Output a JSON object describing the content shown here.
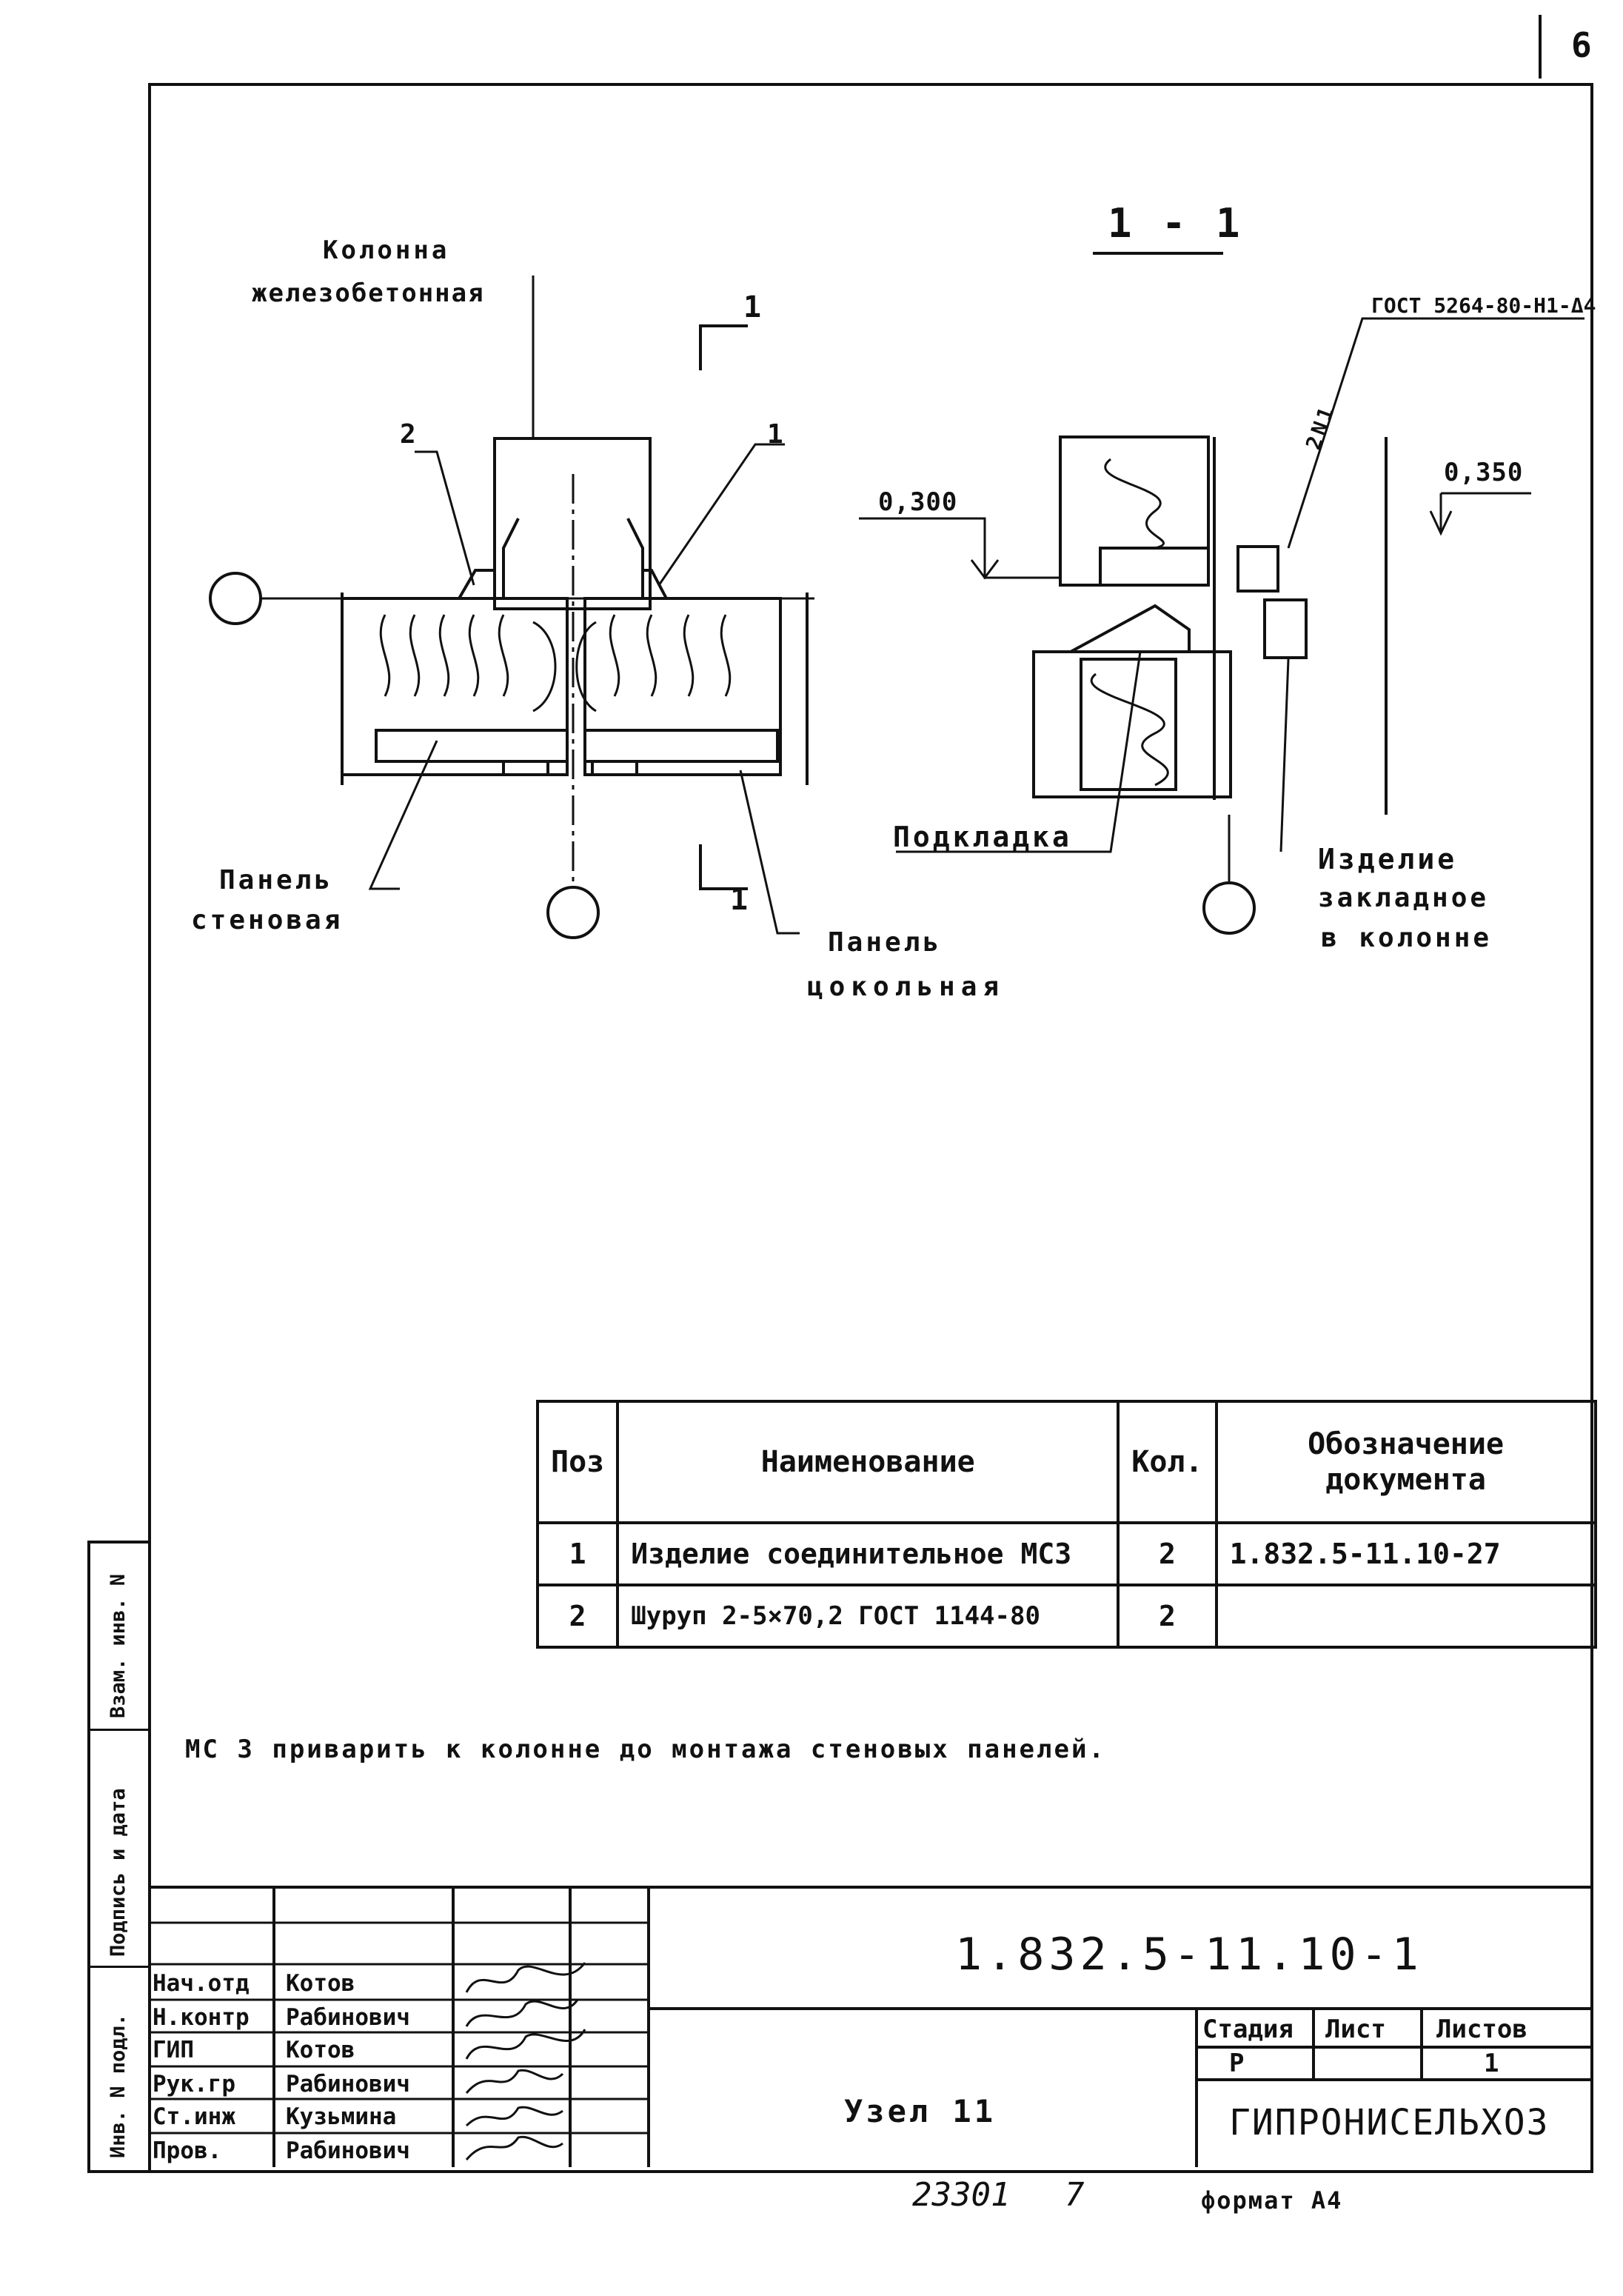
{
  "sheet_number": "6",
  "section_title": "1 - 1",
  "labels": {
    "column": [
      "Колонна",
      "железобетонная"
    ],
    "wall_panel": [
      "Панель",
      "стеновая"
    ],
    "plinth_panel": [
      "Панель",
      "цокольная"
    ],
    "pad": "Подкладка",
    "embedded": [
      "Изделие",
      "закладное",
      "в колонне"
    ],
    "weld": "ГОСТ 5264-80-Н1-Δ4",
    "weld_sym": "2N1",
    "elev_left": "0,300",
    "elev_right": "0,350",
    "pos1": "1",
    "pos2": "2",
    "cut_top": "1",
    "cut_bottom": "1"
  },
  "spec_table": {
    "headers": [
      "Поз",
      "Наименование",
      "Кол.",
      "Обозначение документа"
    ],
    "rows": [
      [
        "1",
        "Изделие соединительное МС3",
        "2",
        "1.832.5-11.10-27"
      ],
      [
        "2",
        "Шуруп 2-5×70,2 ГОСТ 1144-80",
        "2",
        ""
      ]
    ]
  },
  "note": "МС 3 приварить к колонне до монтажа стеновых панелей.",
  "sidebar": [
    "Инв. N подл.",
    "Подпись и дата",
    "Взам. инв. N"
  ],
  "title_block": {
    "doc_code": "1.832.5-11.10-1",
    "title": "Узел 11",
    "roles": [
      "Нач.отд",
      "Н.контр",
      "ГИП",
      "Рук.гр",
      "Ст.инж",
      "Пров."
    ],
    "names": [
      "Котов",
      "Рабинович",
      "Котов",
      "Рабинович",
      "Кузьмина",
      "Рабинович"
    ],
    "stage_header": "Стадия",
    "sheet_header": "Лист",
    "sheets_header": "Листов",
    "stage": "Р",
    "sheets": "1",
    "org": "ГИПРОНИСЕЛЬХОЗ",
    "archive_no": "23301",
    "archive_sheet": "7",
    "format": "формат А4"
  }
}
